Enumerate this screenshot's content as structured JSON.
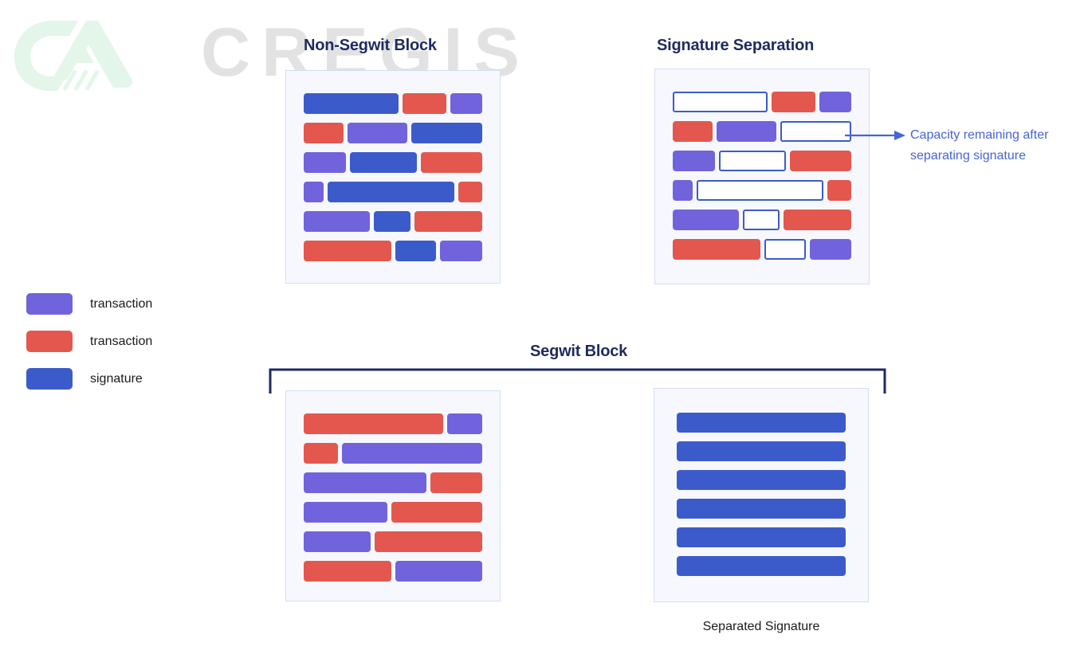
{
  "watermark": {
    "logo_name": "cregis-logo-watermark",
    "text": "CREGIS"
  },
  "colors": {
    "transaction_purple": "#7163dc",
    "transaction_red": "#e4574e",
    "signature_blue": "#3c5bcb",
    "empty_slot_border": "#3c5bcb",
    "frame_background": "#f6f8fd",
    "frame_border": "#d3ddf4",
    "title": "#1f2a5e",
    "callout": "#4664d8",
    "bracket": "#1f2a5e"
  },
  "legend": {
    "items": [
      {
        "label": "transaction",
        "color": "#7163dc",
        "swatch_name": "legend-swatch-transaction-purple"
      },
      {
        "label": "transaction",
        "color": "#e4574e",
        "swatch_name": "legend-swatch-transaction-red"
      },
      {
        "label": "signature",
        "color": "#3c5bcb",
        "swatch_name": "legend-swatch-signature"
      }
    ]
  },
  "blocks": {
    "non_segwit": {
      "title": "Non-Segwit Block",
      "rows": [
        [
          {
            "type": "signature",
            "w": 122
          },
          {
            "type": "transaction-red",
            "w": 57
          },
          {
            "type": "transaction-purple",
            "w": 41
          }
        ],
        [
          {
            "type": "transaction-red",
            "w": 51
          },
          {
            "type": "transaction-purple",
            "w": 78
          },
          {
            "type": "signature",
            "w": 91
          }
        ],
        [
          {
            "type": "transaction-purple",
            "w": 54
          },
          {
            "type": "signature",
            "w": 87
          },
          {
            "type": "transaction-red",
            "w": 79
          }
        ],
        [
          {
            "type": "transaction-purple",
            "w": 26
          },
          {
            "type": "signature",
            "w": 163
          },
          {
            "type": "transaction-red",
            "w": 31
          }
        ],
        [
          {
            "type": "transaction-purple",
            "w": 85
          },
          {
            "type": "signature",
            "w": 48
          },
          {
            "type": "transaction-red",
            "w": 87
          }
        ],
        [
          {
            "type": "transaction-red",
            "w": 113
          },
          {
            "type": "signature",
            "w": 53
          },
          {
            "type": "transaction-purple",
            "w": 54
          }
        ]
      ]
    },
    "signature_separation": {
      "title": "Signature Separation",
      "rows": [
        [
          {
            "type": "empty",
            "w": 122
          },
          {
            "type": "transaction-red",
            "w": 57
          },
          {
            "type": "transaction-purple",
            "w": 41
          }
        ],
        [
          {
            "type": "transaction-red",
            "w": 51
          },
          {
            "type": "transaction-purple",
            "w": 78
          },
          {
            "type": "empty",
            "w": 91
          }
        ],
        [
          {
            "type": "transaction-purple",
            "w": 54
          },
          {
            "type": "empty",
            "w": 87
          },
          {
            "type": "transaction-red",
            "w": 79
          }
        ],
        [
          {
            "type": "transaction-purple",
            "w": 26
          },
          {
            "type": "empty",
            "w": 163
          },
          {
            "type": "transaction-red",
            "w": 31
          }
        ],
        [
          {
            "type": "transaction-purple",
            "w": 85
          },
          {
            "type": "empty",
            "w": 48
          },
          {
            "type": "transaction-red",
            "w": 87
          }
        ],
        [
          {
            "type": "transaction-red",
            "w": 113
          },
          {
            "type": "empty",
            "w": 53
          },
          {
            "type": "transaction-purple",
            "w": 54
          }
        ]
      ],
      "callout": "Capacity remaining after separating signature"
    },
    "segwit": {
      "title": "Segwit Block",
      "rows": [
        [
          {
            "type": "transaction-red",
            "w": 176
          },
          {
            "type": "transaction-purple",
            "w": 44
          }
        ],
        [
          {
            "type": "transaction-red",
            "w": 43
          },
          {
            "type": "transaction-purple",
            "w": 177
          }
        ],
        [
          {
            "type": "transaction-purple",
            "w": 155
          },
          {
            "type": "transaction-red",
            "w": 65
          }
        ],
        [
          {
            "type": "transaction-purple",
            "w": 105
          },
          {
            "type": "transaction-red",
            "w": 115
          }
        ],
        [
          {
            "type": "transaction-purple",
            "w": 84
          },
          {
            "type": "transaction-red",
            "w": 136
          }
        ],
        [
          {
            "type": "transaction-red",
            "w": 110
          },
          {
            "type": "transaction-purple",
            "w": 110
          }
        ]
      ]
    },
    "separated_signature": {
      "caption": "Separated Signature",
      "bars": [
        {
          "type": "signature"
        },
        {
          "type": "signature"
        },
        {
          "type": "signature"
        },
        {
          "type": "signature"
        },
        {
          "type": "signature"
        },
        {
          "type": "signature"
        }
      ]
    }
  }
}
